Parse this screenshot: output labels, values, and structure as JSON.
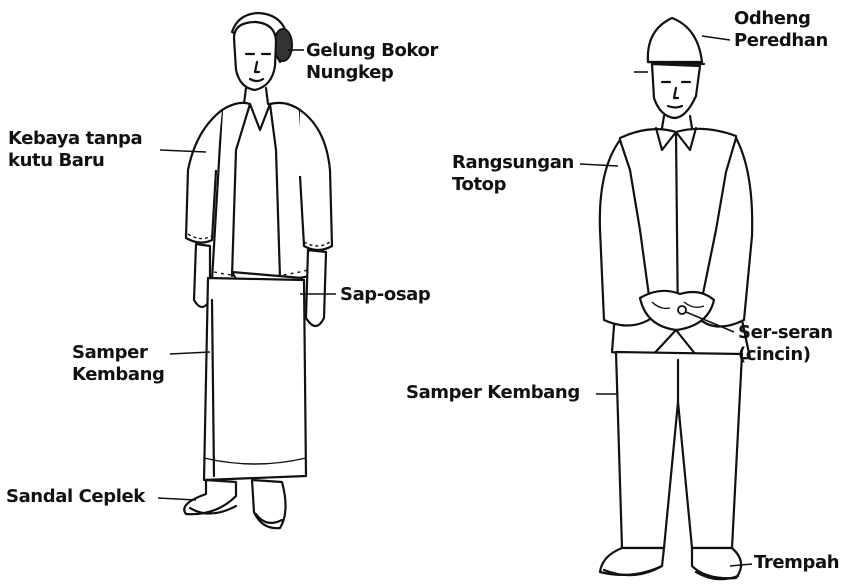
{
  "figure": {
    "woman_labels": {
      "hair_bun": "Gelung Bokor Nungkep",
      "blouse": "Kebaya tanpa kutu Baru",
      "sash": "Sap-osap",
      "cloth": "Samper Kembang",
      "sandal": "Sandal Ceplek"
    },
    "man_labels": {
      "headcloth": "Odheng Peredhan",
      "jacket": "Rangsungan Totop",
      "ring": "Ser-seran (cincin)",
      "cloth": "Samper Kembang",
      "sandal": "Trempah"
    }
  }
}
